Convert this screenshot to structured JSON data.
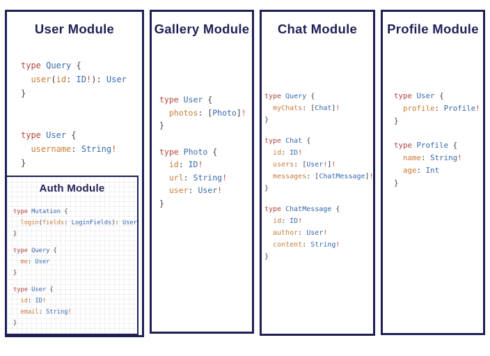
{
  "colors": {
    "navy": "#1e2055",
    "kw": "#b2453f",
    "typ": "#3568ae",
    "field": "#c87c35",
    "bang": "#cb4b29",
    "punct": "#3e3e44",
    "bg": "#ffffff"
  },
  "panels": [
    {
      "id": "user",
      "title": "User Module",
      "code": [
        [
          "type Query {",
          "  user(id: ID!): User",
          "}"
        ],
        [
          "type User {",
          "  username: String!",
          "}"
        ]
      ],
      "sub_panel": {
        "id": "auth",
        "title": "Auth Module",
        "code": [
          [
            "type Mutation {",
            "  login(fields: LoginFields): User",
            "}"
          ],
          [
            "type Query {",
            "  me: User",
            "}"
          ],
          [
            "type User {",
            "  id: ID!",
            "  email: String!",
            "}"
          ]
        ]
      }
    },
    {
      "id": "gallery",
      "title": "Gallery Module",
      "code": [
        [
          "type User {",
          "  photos: [Photo]!",
          "}"
        ],
        [
          "type Photo {",
          "  id: ID!",
          "  url: String!",
          "  user: User!",
          "}"
        ]
      ]
    },
    {
      "id": "chat",
      "title": "Chat Module",
      "code": [
        [
          "type Query {",
          "  myChats: [Chat]!",
          "}"
        ],
        [
          "type Chat {",
          "  id: ID!",
          "  users: [User!]!",
          "  messages: [ChatMessage]!",
          "}"
        ],
        [
          "type ChatMessage {",
          "  id: ID!",
          "  author: User!",
          "  content: String!",
          "}"
        ]
      ]
    },
    {
      "id": "profile",
      "title": "Profile Module",
      "code": [
        [
          "type User {",
          "  profile: Profile!",
          "}"
        ],
        [
          "type Profile {",
          "  name: String!",
          "  age: Int",
          "}"
        ]
      ]
    }
  ]
}
